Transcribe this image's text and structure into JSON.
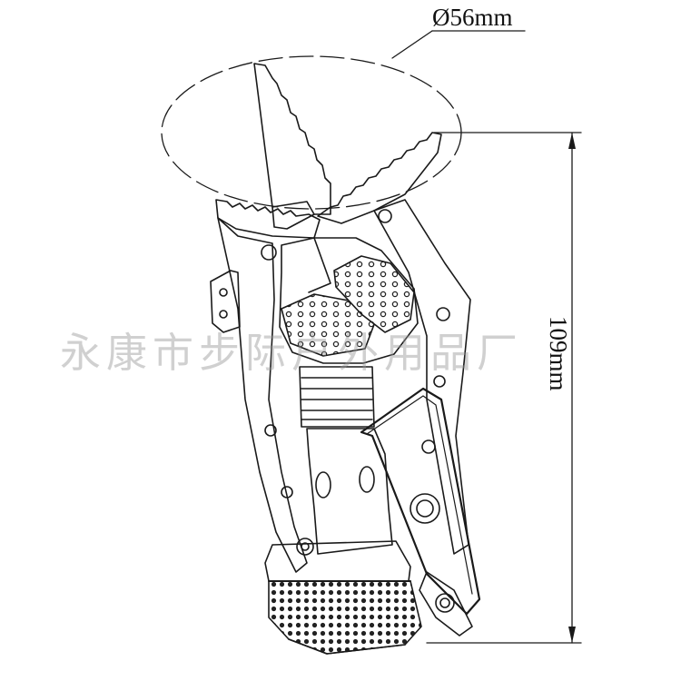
{
  "dimensions": {
    "diameter_label": "Ø56mm",
    "height_label": "109mm"
  },
  "watermark": {
    "text": "永康市步际户外用品厂"
  },
  "colors": {
    "line": "#1a1a1a",
    "watermark": "#969696"
  }
}
